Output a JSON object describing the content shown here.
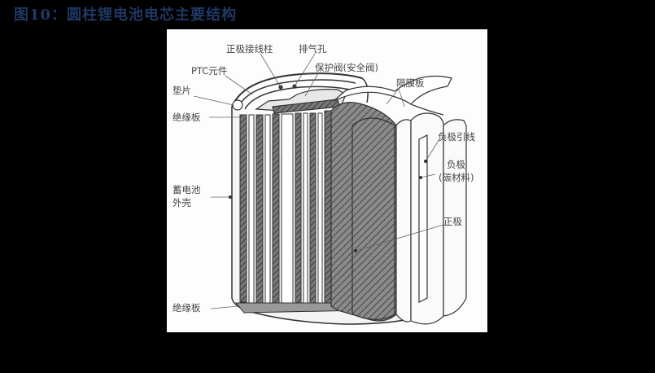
{
  "figure": {
    "title": "图10：圆柱锂电池电芯主要结构",
    "title_color": "#1f3864",
    "background": "#000000",
    "panel_background": "#fdfdfd"
  },
  "diagram": {
    "subject": "圆柱锂电池电芯剖面结构",
    "labels": {
      "positive_terminal": "正极接线柱",
      "vent_hole": "排气孔",
      "ptc_element": "PTC元件",
      "safety_valve": "保护阀(安全阀)",
      "gasket": "垫片",
      "separator": "隔膜板",
      "top_insulator": "绝缘板",
      "negative_lead": "负极引线",
      "negative_electrode_line1": "负极",
      "negative_electrode_line2": "(碳材料)",
      "case_line1": "蓄电池",
      "case_line2": "外壳",
      "positive_electrode": "正极",
      "bottom_insulator": "绝缘板"
    }
  }
}
